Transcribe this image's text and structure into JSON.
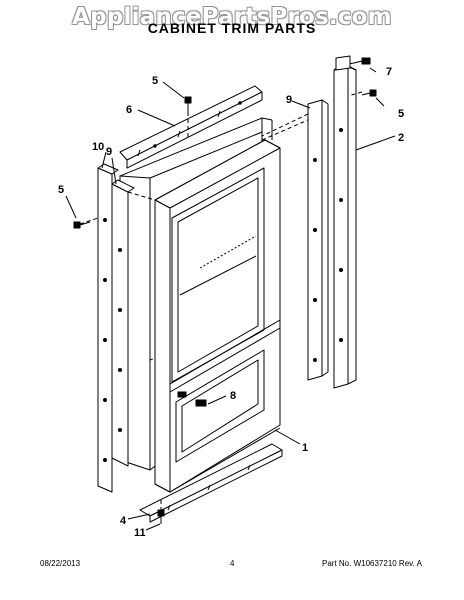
{
  "watermark": "AppliancePartsPros.com",
  "title": "CABINET TRIM PARTS",
  "callouts": {
    "c1": "1",
    "c2": "2",
    "c4": "4",
    "c5a": "5",
    "c5b": "5",
    "c5c": "5",
    "c6": "6",
    "c7": "7",
    "c8": "8",
    "c9a": "9",
    "c9b": "9",
    "c10": "10",
    "c11": "11"
  },
  "footer": {
    "date": "08/22/2013",
    "page": "4",
    "part_no": "Part No. W10637210 Rev. A"
  }
}
